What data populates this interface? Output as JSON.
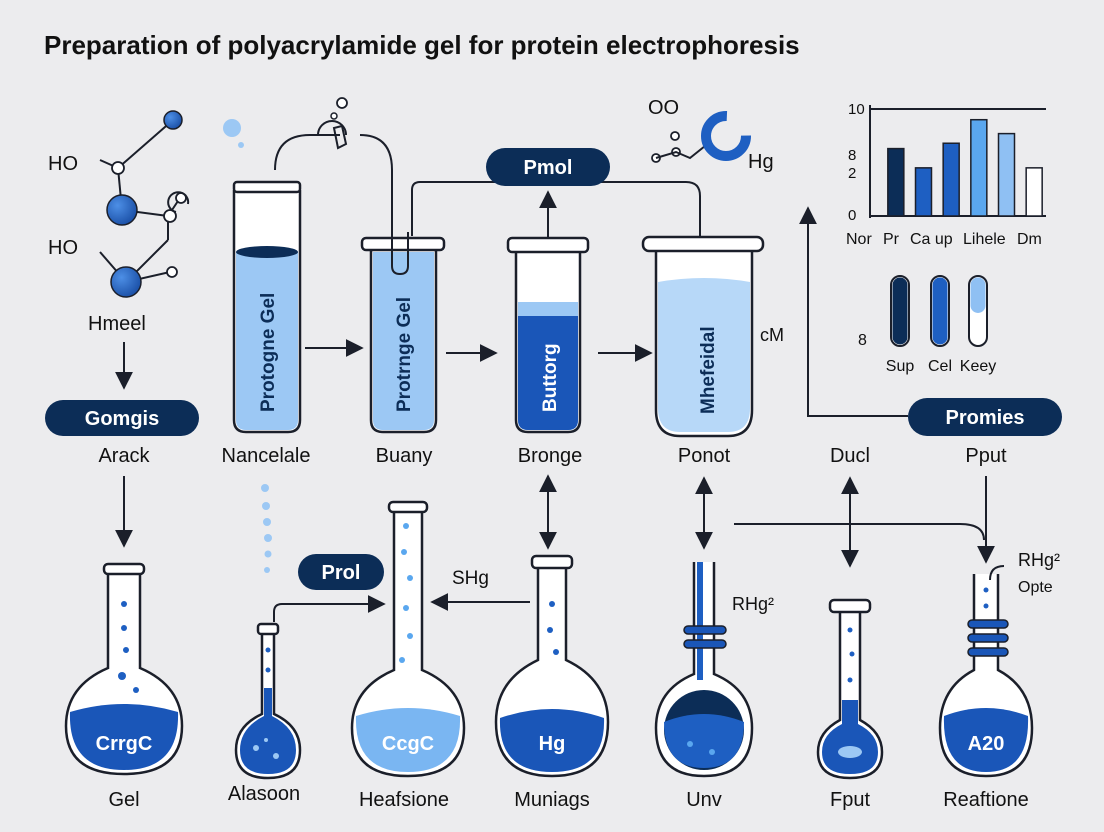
{
  "title": "Preparation of polyacrylamide gel for protein electrophoresis",
  "colors": {
    "navy": "#0c2d57",
    "blue": "#1e5fc2",
    "light_blue": "#9cc8f4",
    "pale_blue": "#d4e6fb",
    "outline": "#1b1f2a",
    "background": "#ececee"
  },
  "molecule": {
    "ho_top": "HO",
    "ho_bottom": "HO",
    "name": "Hmeel"
  },
  "pills": {
    "left": "Gomgis",
    "top_center": "Pmol",
    "right": "Promies",
    "lower_center": "Prol"
  },
  "tubes": {
    "t1_label": "Protogne Gel",
    "t2_label": "Protrnge Gel",
    "t3_label": "Buttorg",
    "t4_label": "Mhefeidal",
    "t4_side": "cM"
  },
  "row_labels": [
    "Arack",
    "Nancelale",
    "Buany",
    "Bronge",
    "Ponot",
    "Ducl",
    "Pput"
  ],
  "mid_labels": {
    "shg": "SHg"
  },
  "top_molecule": {
    "oo": "OO",
    "hg": "Hg"
  },
  "flasks": [
    {
      "label": "Gel",
      "inner": "CrrgC"
    },
    {
      "label": "Alasoon",
      "inner": ""
    },
    {
      "label": "Heafsione",
      "inner": "CcgC"
    },
    {
      "label": "Muniags",
      "inner": "Hg"
    },
    {
      "label": "Unv",
      "inner": "",
      "side": "RHg²"
    },
    {
      "label": "Fput",
      "inner": ""
    },
    {
      "label": "Reaftione",
      "inner": "A20",
      "side": "RHg²",
      "side2": "Opte"
    }
  ],
  "chart_data": {
    "type": "bar",
    "categories": [
      "Nor",
      "Pr",
      "Ca up",
      "Lihele",
      "Dm"
    ],
    "y_tick_labels": [
      "10",
      "8",
      "2",
      "0"
    ],
    "ylim": [
      0,
      10
    ],
    "series": [
      {
        "values": [
          6.3,
          4.5,
          6.8,
          9.0,
          7.7,
          4.5
        ]
      }
    ],
    "bar_colors": [
      "#0c2d57",
      "#1e5fc2",
      "#1e5fc2",
      "#5aa7ef",
      "#8fc0f3",
      "#ffffff"
    ],
    "grid": false
  },
  "mini_bars": {
    "value_label": "8",
    "items": [
      {
        "label": "Sup",
        "level": 1.0
      },
      {
        "label": "Cel",
        "level": 1.0
      },
      {
        "label": "Keey",
        "level": 0.55
      }
    ]
  }
}
